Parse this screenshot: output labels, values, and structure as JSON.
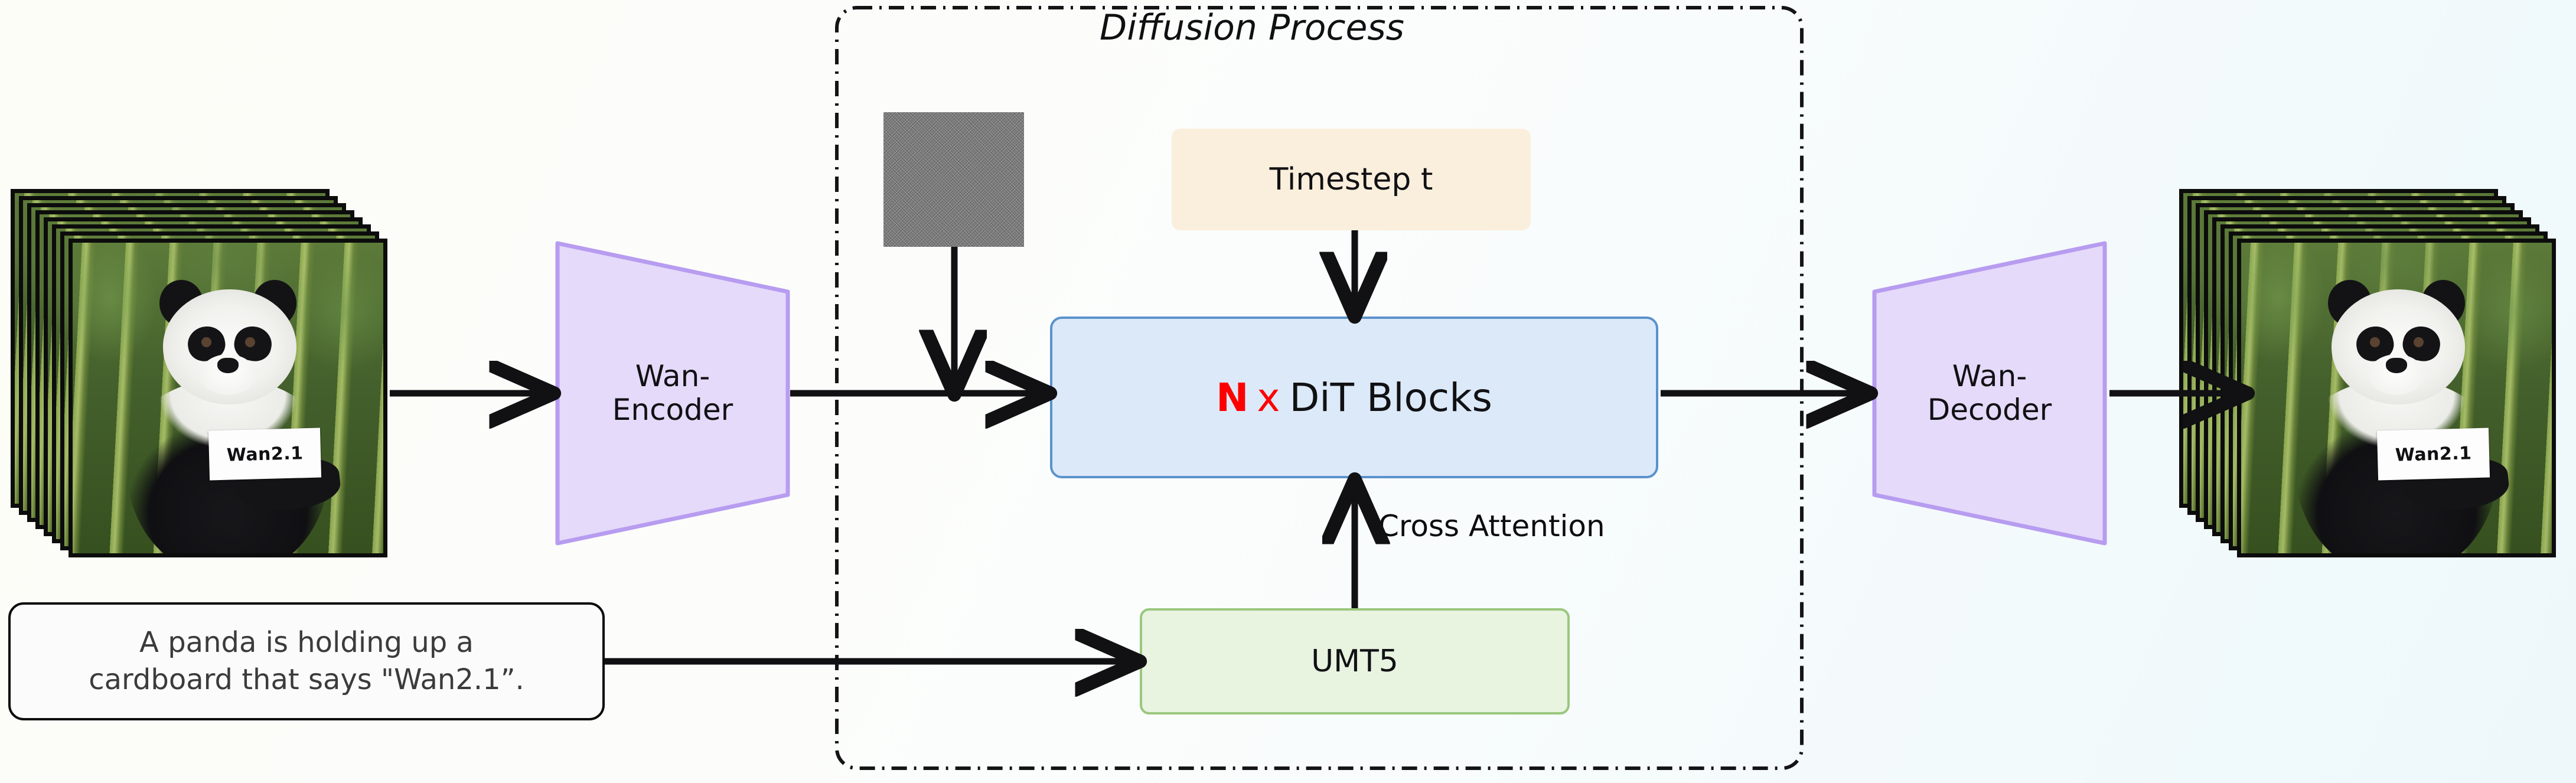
{
  "figure": {
    "title": "Wan2.1 diffusion video generation pipeline",
    "region_label": "Diffusion Process"
  },
  "colors": {
    "accent_red": "#ff0000",
    "dit_fill": "#dce9f8",
    "dit_border": "#5b92cc",
    "umt5_fill": "#e8f3e0",
    "umt5_border": "#9ac77e",
    "timestep_fill": "#faefdc",
    "encoder_fill": "#e5daf9",
    "encoder_border": "#b79cf0",
    "arrow": "#111114",
    "background_start": "#fdfdf7",
    "background_end": "#eef8fb"
  },
  "input": {
    "stack_label": "input-video-frames",
    "frame_count": 8,
    "sign_text": "Wan2.1"
  },
  "output": {
    "stack_label": "output-video-frames",
    "frame_count": 8,
    "sign_text": "Wan2.1"
  },
  "prompt": {
    "line1": "A panda is holding up a",
    "line2": "cardboard that says \"Wan2.1”."
  },
  "encoder": {
    "line1": "Wan-",
    "line2": "Encoder"
  },
  "decoder": {
    "line1": "Wan-",
    "line2": "Decoder"
  },
  "noise": {
    "label": "gaussian-noise-latent"
  },
  "timestep": {
    "label": "Timestep t"
  },
  "dit": {
    "repeat": "N",
    "times": "x",
    "name": "DiT Blocks"
  },
  "text_encoder": {
    "label": "UMT5"
  },
  "edges": {
    "cross_attention": "Cross Attention"
  }
}
